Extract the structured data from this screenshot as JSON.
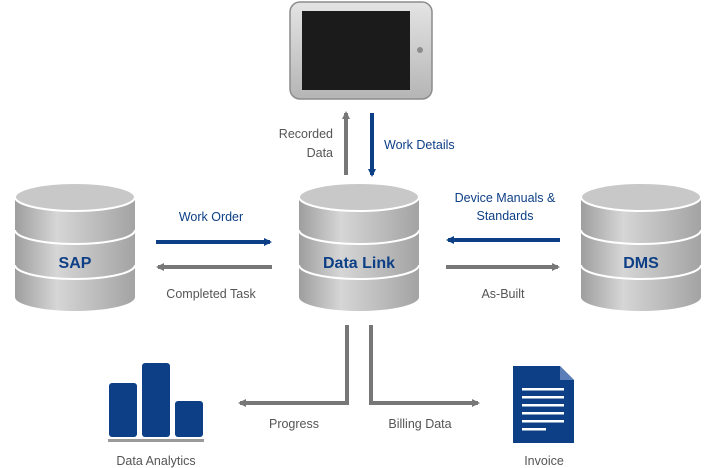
{
  "nodes": {
    "tablet": {
      "icon": "tablet-icon"
    },
    "sap": {
      "label": "SAP",
      "icon": "database-icon"
    },
    "datalink": {
      "label": "Data Link",
      "icon": "database-icon"
    },
    "dms": {
      "label": "DMS",
      "icon": "database-icon"
    },
    "analytics": {
      "label": "Data Analytics",
      "icon": "bar-chart-icon"
    },
    "invoice": {
      "label": "Invoice",
      "icon": "document-icon"
    }
  },
  "edges": {
    "recorded_data": {
      "line1": "Recorded",
      "line2": "Data"
    },
    "work_details": {
      "label": "Work Details"
    },
    "work_order": {
      "label": "Work Order"
    },
    "completed_task": {
      "label": "Completed Task"
    },
    "device_manuals": {
      "line1": "Device Manuals &",
      "line2": "Standards"
    },
    "as_built": {
      "label": "As-Built"
    },
    "progress": {
      "label": "Progress"
    },
    "billing_data": {
      "label": "Billing Data"
    }
  },
  "colors": {
    "accent": "#0d3f86",
    "arrow_gray": "#777777",
    "db_gray": "#b5b5b5"
  }
}
